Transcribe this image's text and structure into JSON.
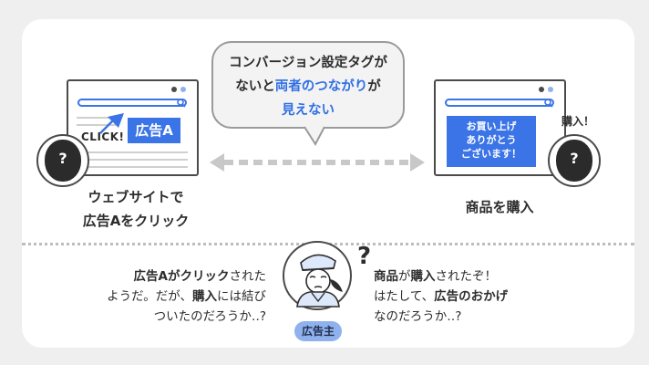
{
  "bubble": {
    "line1": "コンバージョン設定タグが",
    "line2_pre": "ないと",
    "line2_em": "両者のつながり",
    "line2_post": "が",
    "line3": "見えない"
  },
  "left": {
    "ad_label": "広告A",
    "click_label": "CLICK!",
    "face_mark": "?",
    "caption_line1": "ウェブサイトで",
    "caption_line2": "広告Aをクリック"
  },
  "right": {
    "thanks_line1": "お買い上げ",
    "thanks_line2": "ありがとう",
    "thanks_line3": "ございます！",
    "buy_label": "購入！",
    "face_mark": "?",
    "caption": "商品を購入"
  },
  "advertiser": {
    "badge": "広告主",
    "question": "?",
    "left_note": {
      "l1_em": "広告Aがクリック",
      "l1_rest": "された",
      "l2_pre": "ようだ。だが、",
      "l2_em": "購入",
      "l2_post": "には結び",
      "l3": "ついたのだろうか‥?"
    },
    "right_note": {
      "l1_em1": "商品",
      "l1_mid": "が",
      "l1_em2": "購入",
      "l1_post": "されたぞ！",
      "l2_pre": "はたして、",
      "l2_em": "広告のおかげ",
      "l3": "なのだろうか‥?"
    }
  },
  "colors": {
    "accent": "#3b74e6",
    "text": "#2d2d2d",
    "face": "#2b2b2b"
  }
}
